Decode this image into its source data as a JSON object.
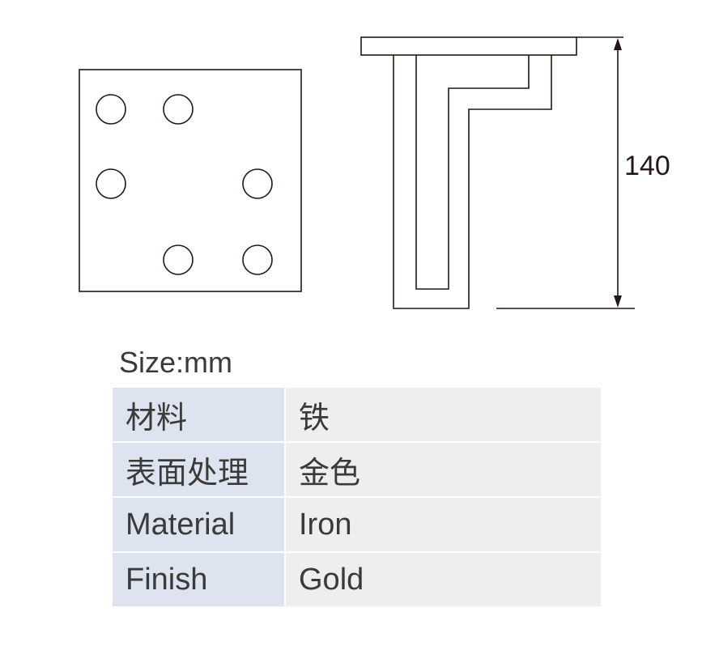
{
  "drawing": {
    "dimension_label": "140",
    "line_color": "#231815"
  },
  "size_label": "Size:mm",
  "specs": [
    {
      "key": "材料",
      "value": "铁"
    },
    {
      "key": "表面处理",
      "value": "金色"
    },
    {
      "key": "Material",
      "value": "Iron"
    },
    {
      "key": "Finish",
      "value": "Gold"
    }
  ],
  "colors": {
    "key_cell_bg": "#dde4ef",
    "value_cell_bg": "#eeeeee",
    "text": "#3a3a3a"
  }
}
